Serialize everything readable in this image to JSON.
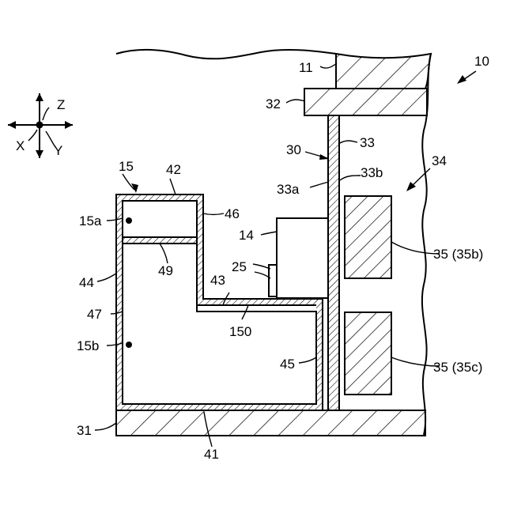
{
  "figure": {
    "labels": {
      "l10": "10",
      "l11": "11",
      "l14": "14",
      "l15": "15",
      "l15a": "15a",
      "l15b": "15b",
      "l25": "25",
      "l30": "30",
      "l31": "31",
      "l32": "32",
      "l33": "33",
      "l33a": "33a",
      "l33b": "33b",
      "l34": "34",
      "l35b": "35 (35b)",
      "l35c": "35 (35c)",
      "l41": "41",
      "l42": "42",
      "l43": "43",
      "l44": "44",
      "l45": "45",
      "l46": "46",
      "l47": "47",
      "l49": "49",
      "l150": "150"
    },
    "axes": {
      "z": "Z",
      "x": "X",
      "y": "Y"
    }
  }
}
